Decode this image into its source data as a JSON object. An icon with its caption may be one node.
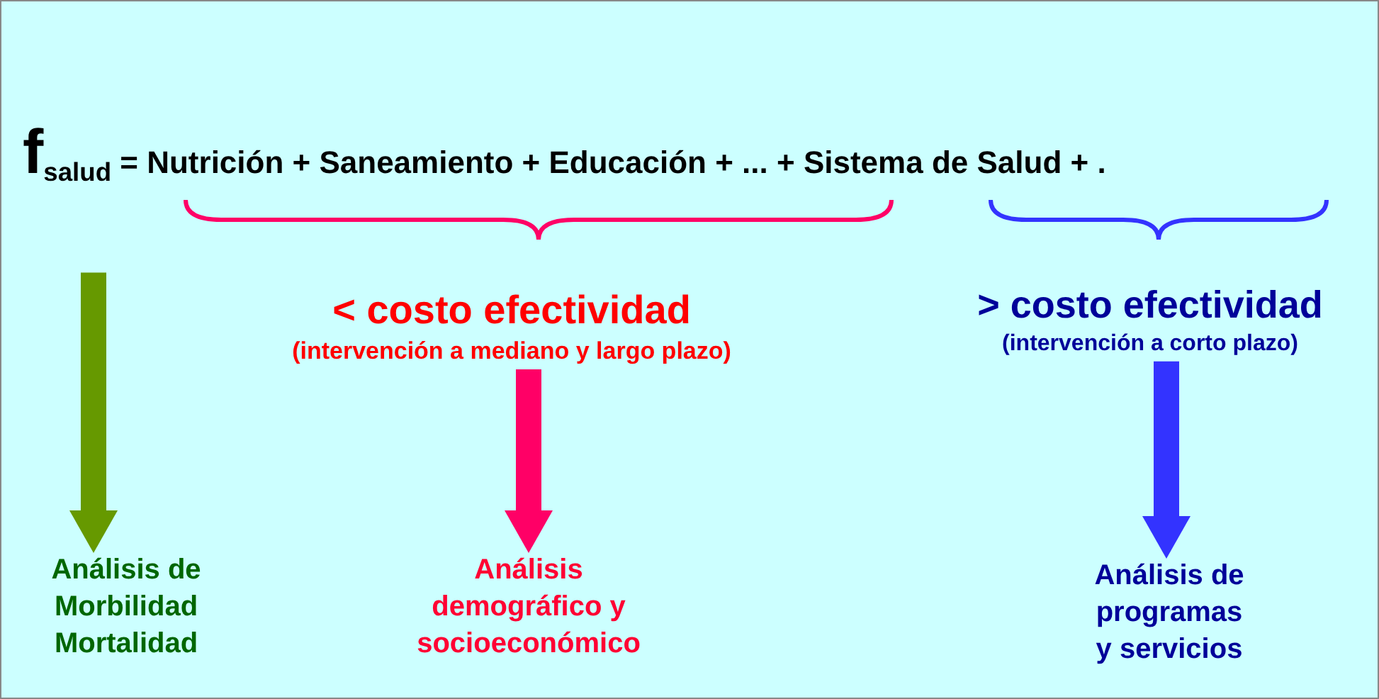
{
  "diagram": {
    "nodes": [
      {
        "text": [
          "f$_{salud}$ = Nutrición + Saneamiento + Educación + ... + Sistema de Salud + ."
        ]
      },
      {
        "text": [
          "< costo efectividad",
          "(intervención a mediano y largo plazo)"
        ]
      },
      {
        "text": [
          "> costo efectividad",
          "(intervención a corto plazo)"
        ]
      },
      {
        "text": [
          "Análisis de Morbilidad Mortalidad"
        ]
      },
      {
        "text": [
          "Análisis demográfico y socioeconómico"
        ]
      },
      {
        "text": [
          "Análisis de programas y servicios"
        ]
      }
    ],
    "edges": [
      {
        "from": 0,
        "to": 3,
        "arrow": "to",
        "color": "#669900"
      },
      {
        "from": 1,
        "to": 4,
        "arrow": "to",
        "color": "#ff0066"
      },
      {
        "from": 2,
        "to": 5,
        "arrow": "to",
        "color": "#3333ff"
      }
    ]
  }
}
